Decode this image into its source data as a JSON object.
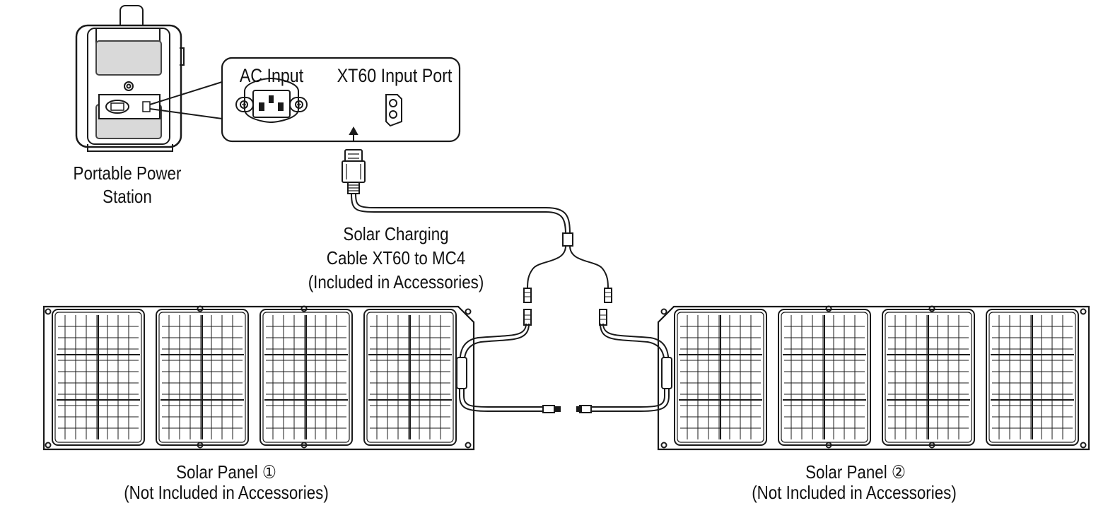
{
  "labels": {
    "ac_input": "AC Input",
    "xt60_input_port": "XT60 Input Port",
    "power_station_line1": "Portable Power",
    "power_station_line2": "Station",
    "cable_line1": "Solar Charging",
    "cable_line2": "Cable XT60 to MC4",
    "cable_line3": "(Included in Accessories)",
    "panel1_line1": "Solar Panel ①",
    "panel1_line2": "(Not Included in Accessories)",
    "panel2_line1": "Solar Panel ②",
    "panel2_line2": "(Not Included in Accessories)"
  },
  "colors": {
    "stroke": "#1a1a1a",
    "background": "#ffffff"
  }
}
